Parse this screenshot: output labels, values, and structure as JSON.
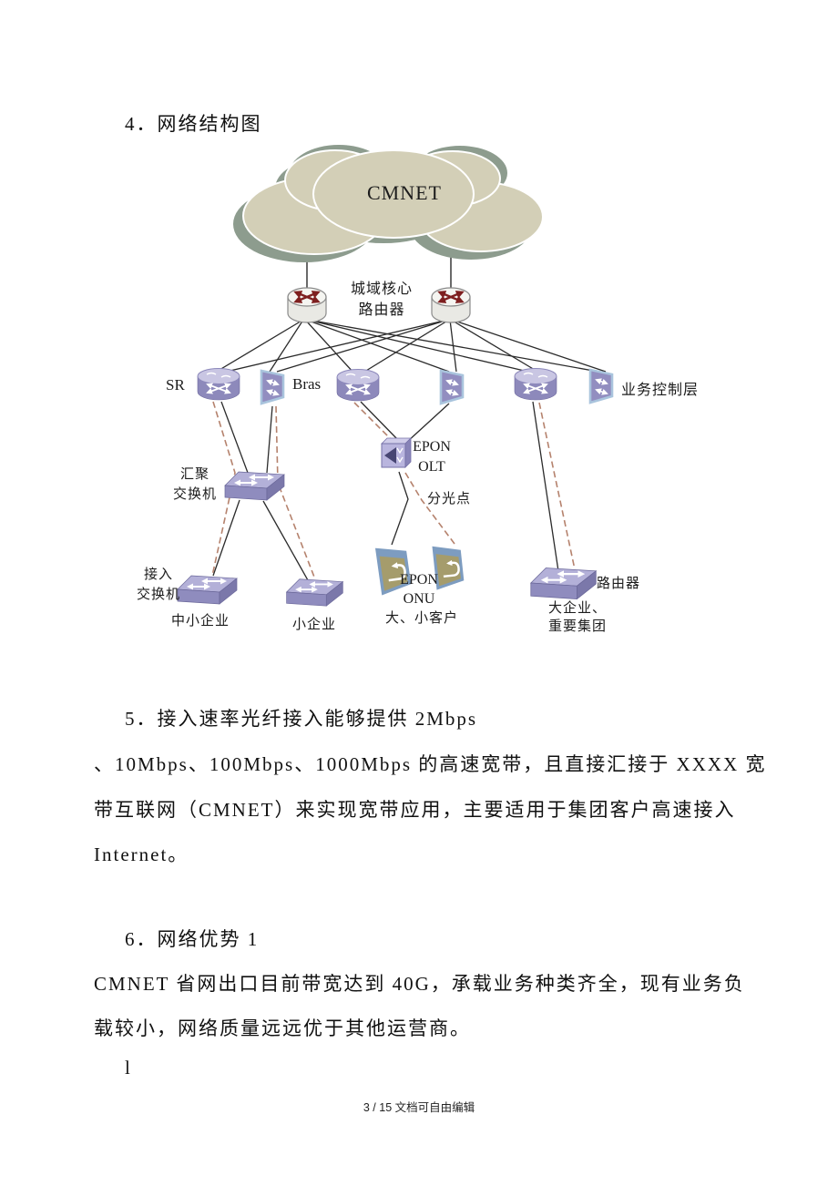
{
  "document": {
    "heading4": "4．网络结构图",
    "section5": {
      "line1": "5．接入速率光纤接入能够提供 2Mbps",
      "line2": "、10Mbps、100Mbps、1000Mbps 的高速宽带，且直接汇接于 XXXX 宽",
      "line3": "带互联网（CMNET）来实现宽带应用，主要适用于集团客户高速接入",
      "line4": "Internet。"
    },
    "section6": {
      "heading": "6．网络优势 1",
      "line1": "CMNET 省网出口目前带宽达到 40G，承载业务种类齐全，现有业务负",
      "line2": "载较小，网络质量远远优于其他运营商。"
    },
    "bullet": "l",
    "footer": "3 / 15 文档可自由编辑"
  },
  "diagram": {
    "cloud_label": "CMNET",
    "core_router": {
      "line1": "城域核心",
      "line2": "路由器"
    },
    "labels": {
      "sr": "SR",
      "bras": "Bras",
      "service_control": "业务控制层",
      "olt_line1": "EPON",
      "olt_line2": "OLT",
      "splitter": "分光点",
      "agg_line1": "汇聚",
      "agg_line2": "交换机",
      "access_line1": "接入",
      "access_line2": "交换机",
      "sme": "中小企业",
      "small_enterprise": "小企业",
      "onu_line1": "EPON",
      "onu_line2": "ONU",
      "customers": "大、小客户",
      "router": "路由器",
      "big_enterprise_line1": "大企业、",
      "big_enterprise_line2": "重要集团"
    },
    "colors": {
      "cloud_fill": "#d3cfb7",
      "cloud_shadow": "#8d9c8e",
      "device_purple": "#8d89bb",
      "device_purple_light": "#c9c6e3",
      "trapezoid_border": "#a9c4dd",
      "switch_top": "#b3b0d8",
      "switch_front": "#8f8cbe",
      "switch_side": "#7b78aa",
      "onu_tan": "#a59c6c",
      "onu_blue": "#7d9cc0",
      "dashed_line": "#b5826d",
      "solid_line": "#2b2b2b",
      "core_arrow_red": "#7e1f1f"
    }
  }
}
